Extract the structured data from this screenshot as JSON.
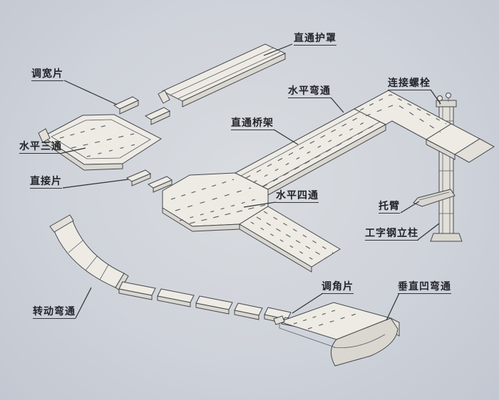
{
  "figure": {
    "background_color": "#cfd3da",
    "line_color": "#45474c",
    "label_color": "#23252a",
    "labels": [
      {
        "id": "straight-cover",
        "text": "直通护罩"
      },
      {
        "id": "width-adjust-piece",
        "text": "调宽片"
      },
      {
        "id": "horizontal-bend",
        "text": "水平弯通"
      },
      {
        "id": "connecting-bolt",
        "text": "连接螺栓"
      },
      {
        "id": "straight-tray",
        "text": "直通桥架"
      },
      {
        "id": "horizontal-tee",
        "text": "水平三通"
      },
      {
        "id": "direct-piece",
        "text": "直接片"
      },
      {
        "id": "horizontal-cross",
        "text": "水平四通"
      },
      {
        "id": "support-arm",
        "text": "托臂"
      },
      {
        "id": "i-beam-column",
        "text": "工字钢立柱"
      },
      {
        "id": "angle-adjust-piece",
        "text": "调角片"
      },
      {
        "id": "vertical-concave-bend",
        "text": "垂直凹弯通"
      },
      {
        "id": "rotating-bend",
        "text": "转动弯通"
      }
    ]
  }
}
